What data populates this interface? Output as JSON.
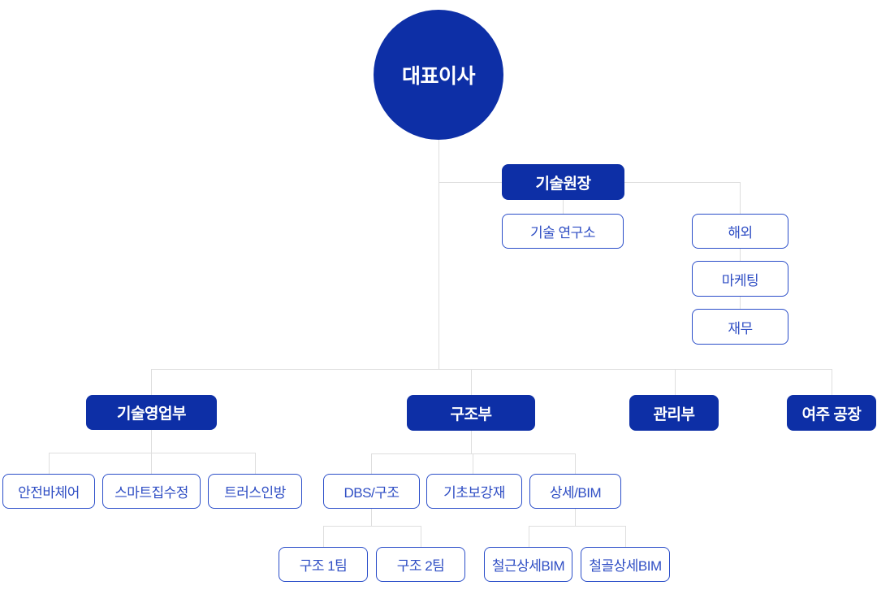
{
  "colors": {
    "primary_fill": "#0d2fa6",
    "filled_text": "#ffffff",
    "outline_border": "#2b4ec9",
    "outline_text": "#2f4ec4",
    "connector_line": "#dedede",
    "background": "#ffffff"
  },
  "org_chart": {
    "ceo": {
      "label": "대표이사"
    },
    "tech_director": {
      "label": "기술원장"
    },
    "tech_research_lab": {
      "label": "기술 연구소"
    },
    "staff_units": [
      {
        "label": "해외"
      },
      {
        "label": "마케팅"
      },
      {
        "label": "재무"
      }
    ],
    "departments": [
      {
        "label": "기술영업부"
      },
      {
        "label": "구조부"
      },
      {
        "label": "관리부"
      },
      {
        "label": "여주 공장"
      }
    ],
    "tech_sales_products": [
      {
        "label": "안전바체어"
      },
      {
        "label": "스마트집수정"
      },
      {
        "label": "트러스인방"
      }
    ],
    "structure_units": [
      {
        "label": "DBS/구조"
      },
      {
        "label": "기초보강재"
      },
      {
        "label": "상세/BIM"
      }
    ],
    "dbs_teams": [
      {
        "label": "구조 1팀"
      },
      {
        "label": "구조 2팀"
      }
    ],
    "bim_teams": [
      {
        "label": "철근상세BIM"
      },
      {
        "label": "철골상세BIM"
      }
    ]
  }
}
